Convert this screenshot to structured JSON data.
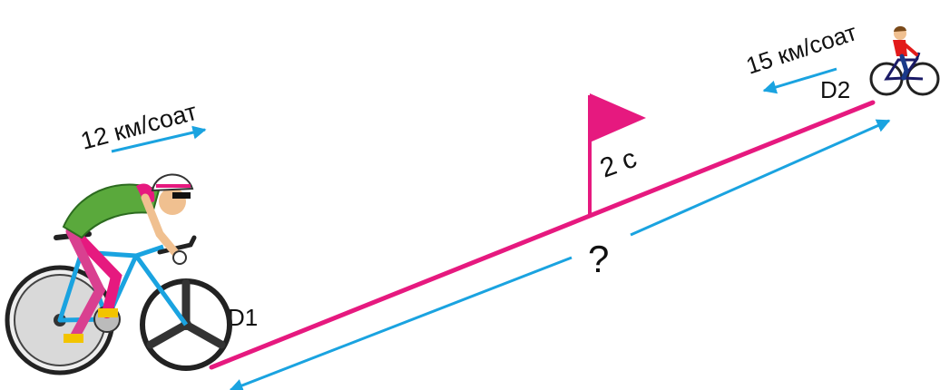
{
  "labels": {
    "speed_left": "12 км/соат",
    "speed_right": "15 км/соат",
    "point_left": "D1",
    "point_right": "D2",
    "time": "2 с",
    "unknown": "?"
  },
  "colors": {
    "road": "#e6197f",
    "arrow": "#1aa3e0",
    "flag": "#e6197f",
    "text": "#111111"
  },
  "icons": {
    "left_rider": "racing-cyclist-icon",
    "right_rider": "boy-on-bicycle-icon",
    "flag": "flag-icon"
  }
}
